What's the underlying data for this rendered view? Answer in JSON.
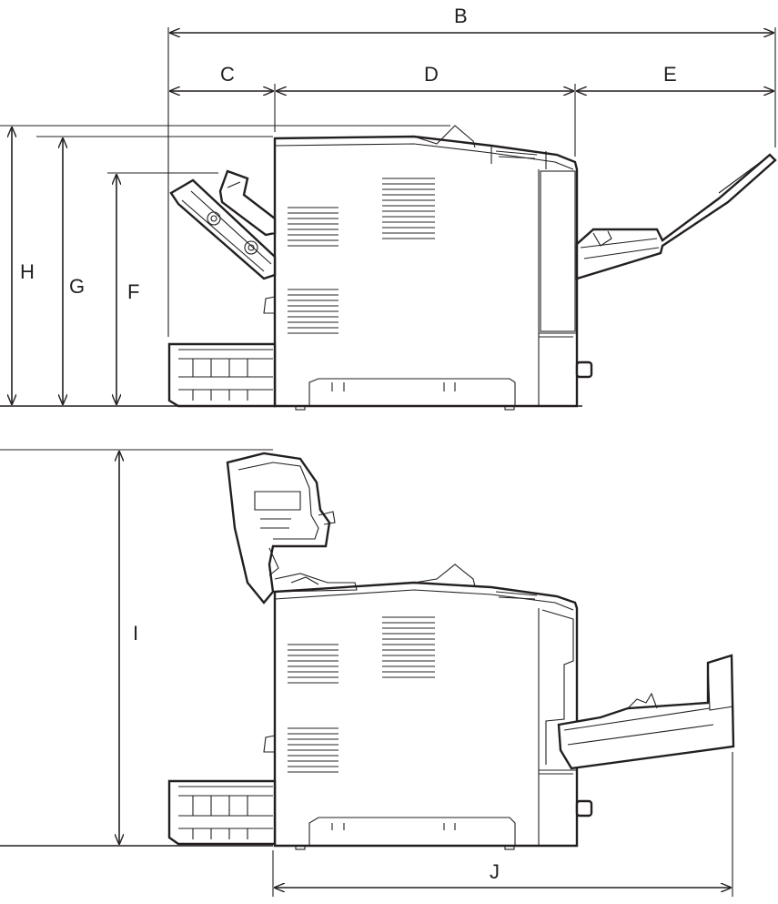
{
  "labels": {
    "b": "B",
    "c": "C",
    "d": "D",
    "e": "E",
    "f": "F",
    "g": "G",
    "h": "H",
    "i": "I",
    "j": "J"
  },
  "colors": {
    "line": "#231f20",
    "background": "#ffffff"
  }
}
